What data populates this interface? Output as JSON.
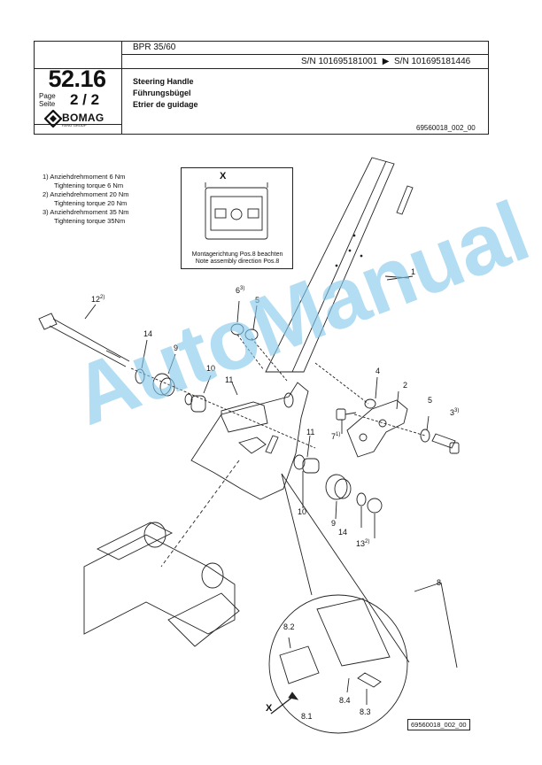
{
  "header": {
    "model": "BPR 35/60",
    "serial_from": "S/N 101695181001",
    "serial_arrow": "▶",
    "serial_to": "S/N 101695181446",
    "section_number": "52.16",
    "page_label_de": "Page",
    "page_label_fr": "Seite",
    "page_value": "2 / 2",
    "title_en": "Steering Handle",
    "title_de": "Führungsbügel",
    "title_fr": "Etrier de guidage",
    "doc_id": "69560018_002_00",
    "brand": "BOMAG",
    "brand_sub": "FAYAT GROUP"
  },
  "notes": [
    {
      "de": "1) Anziehdrehmoment 6 Nm",
      "en": "Tightening torque 6 Nm"
    },
    {
      "de": "2) Anziehdrehmoment 20 Nm",
      "en": "Tightening torque 20 Nm"
    },
    {
      "de": "3) Anziehdrehmoment 35 Nm",
      "en": "Tightening torque 35Nm"
    }
  ],
  "detail_box": {
    "letter": "X",
    "caption_de": "Montagerichtung Pos.8 beachten",
    "caption_en": "Note assembly direction Pos.8"
  },
  "callouts": {
    "c1": "1",
    "c2": "2",
    "c3": "3",
    "c3sup": "3)",
    "c4": "4",
    "c5a": "5",
    "c5b": "5",
    "c6": "6",
    "c6sup": "3)",
    "c7": "7",
    "c7sup": "1)",
    "c8": "8",
    "c8_1": "8.1",
    "c8_2": "8.2",
    "c8_3": "8.3",
    "c8_4": "8.4",
    "c9a": "9",
    "c9b": "9",
    "c10a": "10",
    "c10b": "10",
    "c11a": "11",
    "c11b": "11",
    "c12": "12",
    "c12sup": "2)",
    "c13": "13",
    "c13sup": "2)",
    "c14a": "14",
    "c14b": "14",
    "cX": "X"
  },
  "footer_ref": "69560018_002_00",
  "watermark": "AutoManual",
  "colors": {
    "watermark": "#82c8eb",
    "line": "#222222"
  }
}
